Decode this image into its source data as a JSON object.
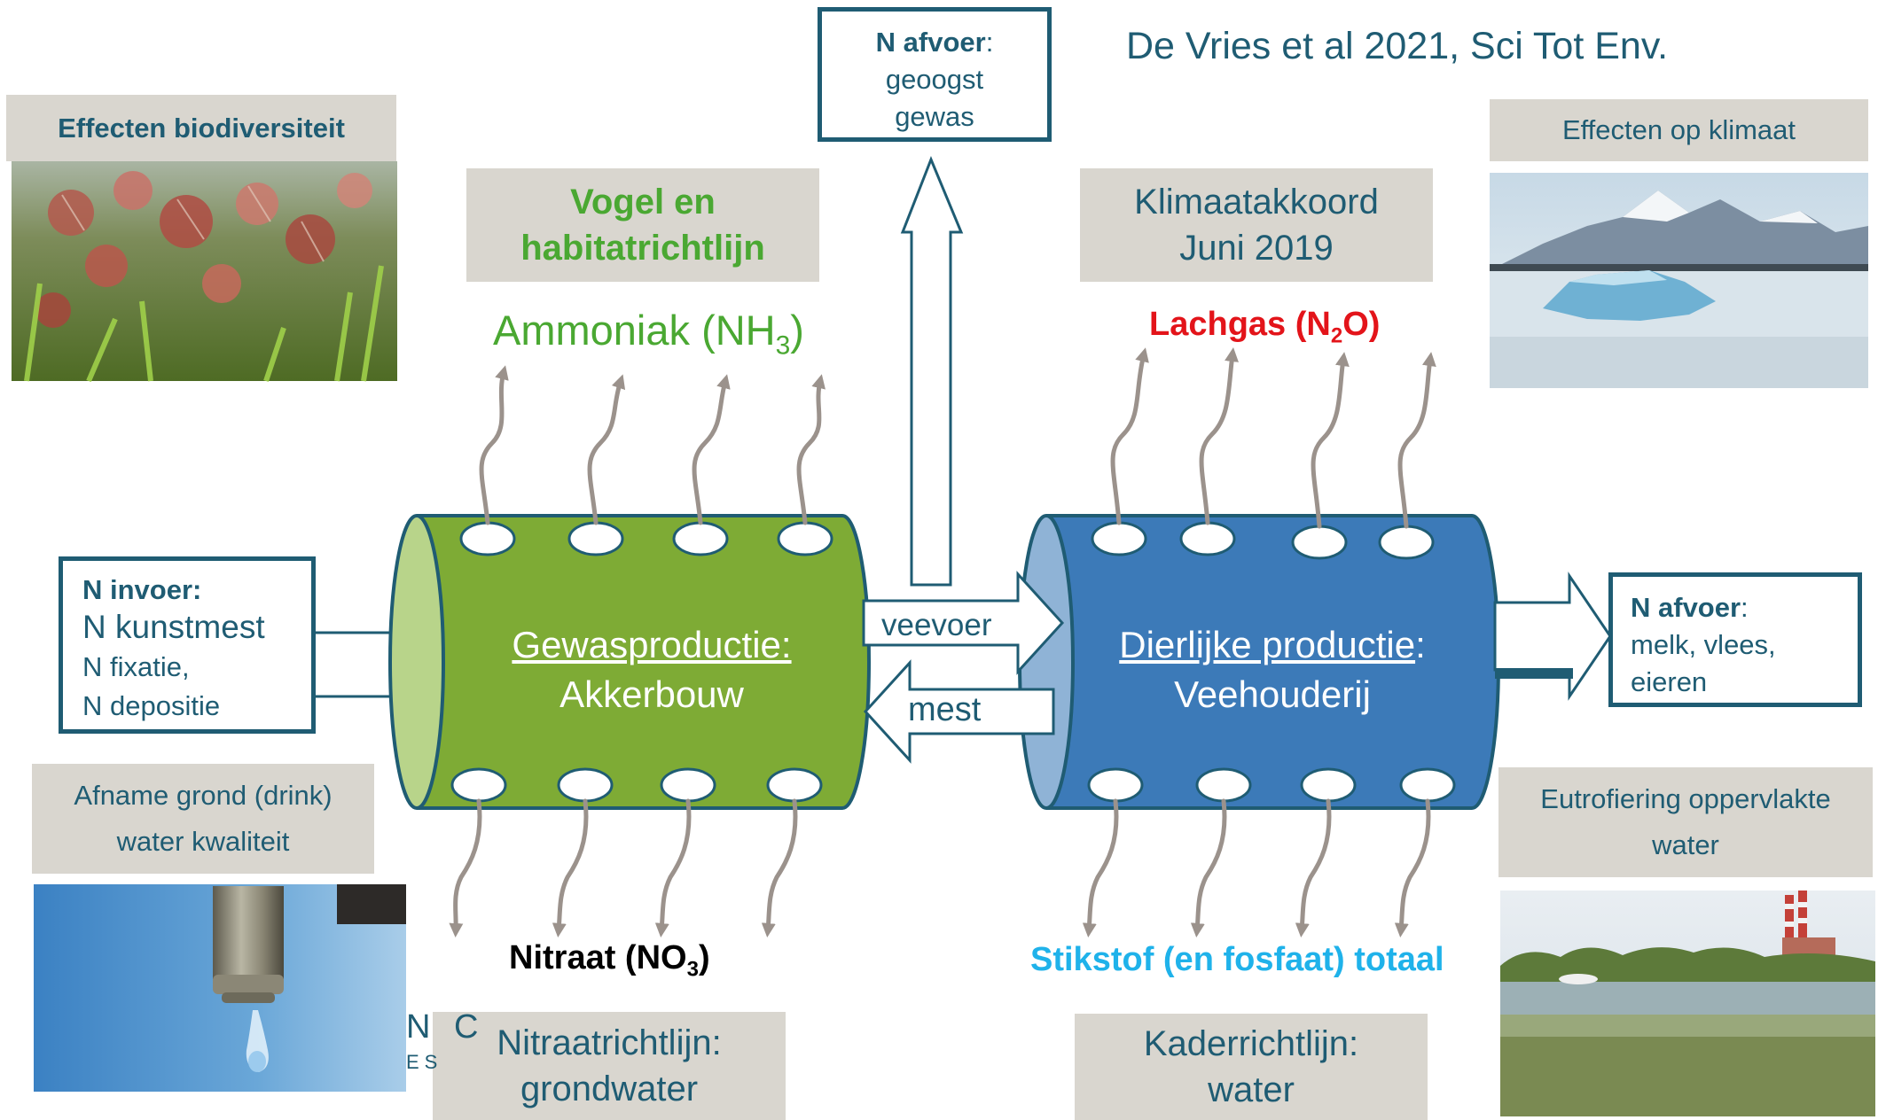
{
  "citation": "De Vries et al 2021, Sci Tot Env.",
  "colors": {
    "green_cylinder": "#7eab35",
    "blue_cylinder": "#3c7ab8",
    "dark_teal": "#1f5c73",
    "gray_box": "#d9d6cf",
    "ammonia_green": "#4aa832",
    "lachgas_red": "#e3141a",
    "stikstof_blue": "#1fb2ea",
    "squiggle_gray": "#9b928c"
  },
  "top_left": {
    "label": "Effecten biodiversiteit"
  },
  "top_right": {
    "label": "Effecten op klimaat"
  },
  "bottom_left": {
    "label_line1": "Afname grond (drink)",
    "label_line2": "water kwaliteit"
  },
  "bottom_right": {
    "label_line1": "Eutrofiering oppervlakte",
    "label_line2": "water"
  },
  "policy": {
    "vogel": {
      "line1": "Vogel en",
      "line2": "habitatrichtlijn"
    },
    "klimaat": {
      "line1": "Klimaatakkoord",
      "line2": "Juni 2019"
    },
    "nitraat": {
      "line1": "Nitraatrichtlijn:",
      "line2": "grondwater"
    },
    "kader": {
      "line1": "Kaderrichtlijn:",
      "line2": "water"
    }
  },
  "emissions": {
    "ammoniak": {
      "main": "Ammoniak (NH",
      "sub": "3",
      "end": ")"
    },
    "lachgas": {
      "main": "Lachgas (N",
      "sub": "2",
      "end": "O)"
    },
    "nitraat": {
      "main": "Nitraat (NO",
      "sub": "3",
      "end": ")"
    },
    "stikstof": "Stikstof (en fosfaat) totaal"
  },
  "n_invoer": {
    "title": "N invoer:",
    "line1": "N kunstmest",
    "line2": "N fixatie,",
    "line3": "N depositie"
  },
  "n_afvoer_top": {
    "title": "N afvoer",
    "colon": ":",
    "line1": "geoogst",
    "line2": "gewas"
  },
  "n_afvoer_right": {
    "title": "N afvoer",
    "colon": ":",
    "line1": "melk, vlees,",
    "line2": "eieren"
  },
  "crop_cylinder": {
    "title": "Gewasproductie:",
    "subtitle": "Akkerbouw"
  },
  "animal_cylinder": {
    "title": "Dierlijke productie",
    "colon": ":",
    "subtitle": "Veehouderij"
  },
  "flows": {
    "veevoer": "veevoer",
    "mest": "mest"
  },
  "partial_logo_text": {
    "a": "N C",
    "b": "ES"
  }
}
